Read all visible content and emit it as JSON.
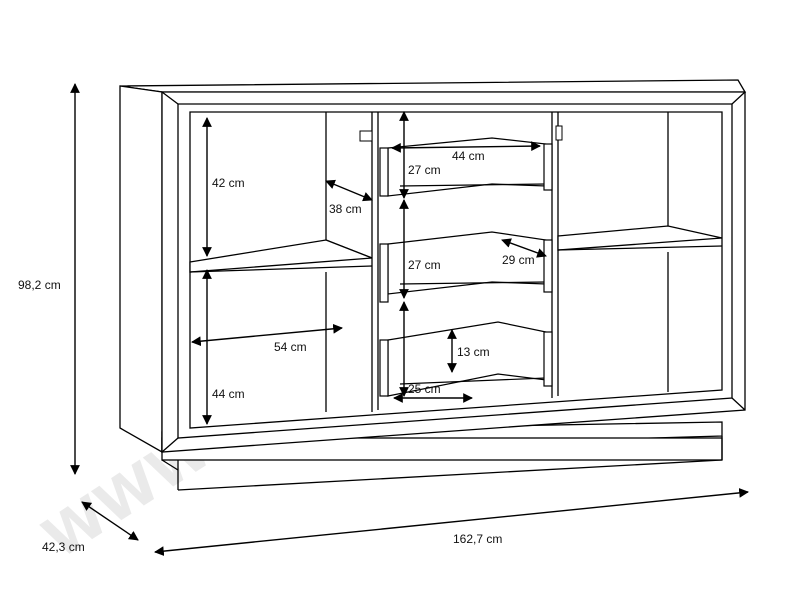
{
  "watermark": "WWW.BASKA.FR",
  "overall": {
    "height": "98,2 cm",
    "depth": "42,3 cm",
    "width": "162,7 cm"
  },
  "left_compartment": {
    "upper_height": "42 cm",
    "lower_height": "44 cm",
    "depth": "38 cm",
    "width": "54 cm"
  },
  "drawers": {
    "top_height": "27 cm",
    "top_width": "44 cm",
    "middle_height": "27 cm",
    "middle_depth": "29 cm",
    "bottom_inner_height": "13 cm",
    "bottom_depth": "25 cm"
  }
}
